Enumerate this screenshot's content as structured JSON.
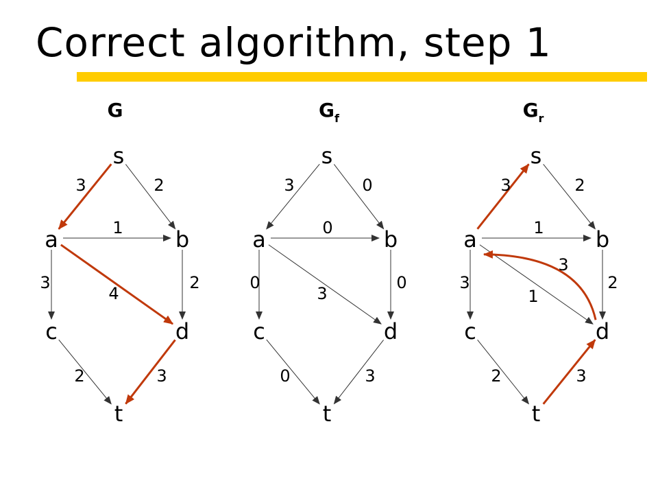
{
  "title": "Correct algorithm, step 1",
  "colors": {
    "accent_bar": "#FFCC00",
    "highlight": "#C0390B",
    "default": "#333333"
  },
  "graphs": [
    {
      "id": "g",
      "title_main": "G",
      "title_sub": "",
      "nodes": {
        "s": "s",
        "a": "a",
        "b": "b",
        "c": "c",
        "d": "d",
        "t": "t"
      },
      "edges": [
        {
          "id": "s-a",
          "from": "s",
          "to": "a",
          "label": "3",
          "highlight": true
        },
        {
          "id": "s-b",
          "from": "s",
          "to": "b",
          "label": "2",
          "highlight": false
        },
        {
          "id": "a-b",
          "from": "a",
          "to": "b",
          "label": "1",
          "highlight": false
        },
        {
          "id": "a-c",
          "from": "a",
          "to": "c",
          "label": "3",
          "highlight": false
        },
        {
          "id": "a-d",
          "from": "a",
          "to": "d",
          "label": "4",
          "highlight": true
        },
        {
          "id": "b-d",
          "from": "b",
          "to": "d",
          "label": "2",
          "highlight": false
        },
        {
          "id": "c-t",
          "from": "c",
          "to": "t",
          "label": "2",
          "highlight": false
        },
        {
          "id": "d-t",
          "from": "d",
          "to": "t",
          "label": "3",
          "highlight": true
        }
      ]
    },
    {
      "id": "gf",
      "title_main": "G",
      "title_sub": "f",
      "nodes": {
        "s": "s",
        "a": "a",
        "b": "b",
        "c": "c",
        "d": "d",
        "t": "t"
      },
      "edges": [
        {
          "id": "s-a",
          "from": "s",
          "to": "a",
          "label": "3",
          "highlight": false
        },
        {
          "id": "s-b",
          "from": "s",
          "to": "b",
          "label": "0",
          "highlight": false
        },
        {
          "id": "a-b",
          "from": "a",
          "to": "b",
          "label": "0",
          "highlight": false
        },
        {
          "id": "a-c",
          "from": "a",
          "to": "c",
          "label": "0",
          "highlight": false
        },
        {
          "id": "a-d",
          "from": "a",
          "to": "d",
          "label": "3",
          "highlight": false
        },
        {
          "id": "b-d",
          "from": "b",
          "to": "d",
          "label": "0",
          "highlight": false
        },
        {
          "id": "c-t",
          "from": "c",
          "to": "t",
          "label": "0",
          "highlight": false
        },
        {
          "id": "d-t",
          "from": "d",
          "to": "t",
          "label": "3",
          "highlight": false
        }
      ]
    },
    {
      "id": "gr",
      "title_main": "G",
      "title_sub": "r",
      "nodes": {
        "s": "s",
        "a": "a",
        "b": "b",
        "c": "c",
        "d": "d",
        "t": "t"
      },
      "edges": [
        {
          "id": "a-s",
          "from": "a",
          "to": "s",
          "label": "3",
          "highlight": true
        },
        {
          "id": "s-b",
          "from": "s",
          "to": "b",
          "label": "2",
          "highlight": false
        },
        {
          "id": "a-b",
          "from": "a",
          "to": "b",
          "label": "1",
          "highlight": false
        },
        {
          "id": "a-c",
          "from": "a",
          "to": "c",
          "label": "3",
          "highlight": false
        },
        {
          "id": "a-d",
          "from": "a",
          "to": "d",
          "label": "1",
          "highlight": false,
          "label_highlight": true
        },
        {
          "id": "d-a",
          "from": "d",
          "to": "a",
          "label": "3",
          "highlight": true,
          "curved": true
        },
        {
          "id": "b-d",
          "from": "b",
          "to": "d",
          "label": "2",
          "highlight": false
        },
        {
          "id": "c-t",
          "from": "c",
          "to": "t",
          "label": "2",
          "highlight": false
        },
        {
          "id": "t-d",
          "from": "t",
          "to": "d",
          "label": "3",
          "highlight": true
        }
      ]
    }
  ]
}
